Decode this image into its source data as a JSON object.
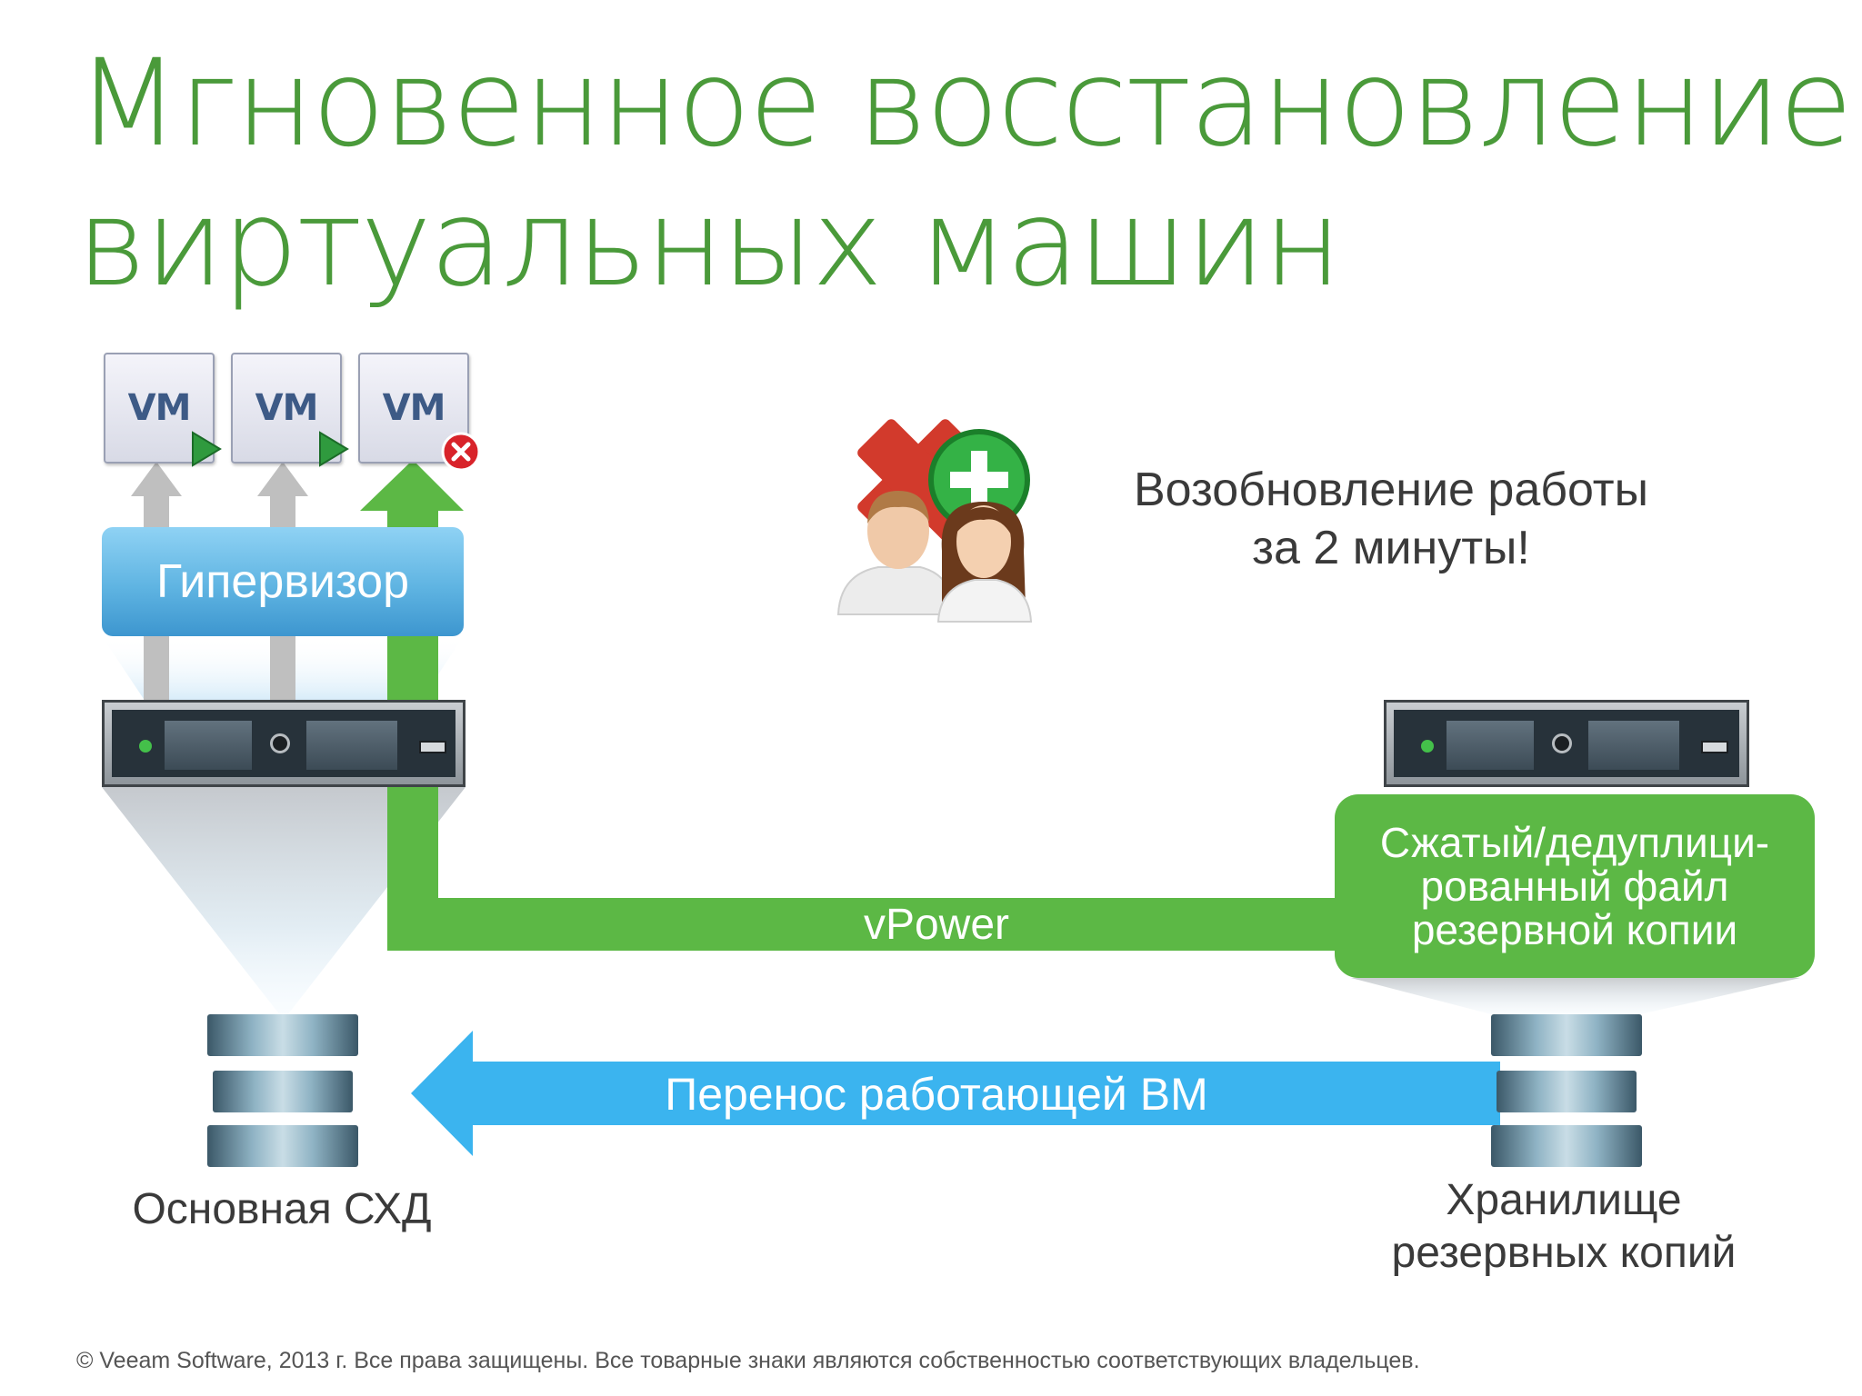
{
  "title": {
    "line1": "Мгновенное восстановление",
    "line2": "виртуальных машин"
  },
  "vms": [
    {
      "label": "VM",
      "status": "running"
    },
    {
      "label": "VM",
      "status": "running"
    },
    {
      "label": "VM",
      "status": "failed"
    }
  ],
  "hypervisor_label": "Гипервизор",
  "resume_text": {
    "line1": "Возобновление работы",
    "line2": "за 2 минуты!"
  },
  "vpower_label": "vPower",
  "backup_file_label": {
    "line1": "Сжатый/дедуплици-",
    "line2": "рованный файл",
    "line3": "резервной копии"
  },
  "migration_label": "Перенос работающей ВМ",
  "primary_storage_label": "Основная СХД",
  "backup_storage_label": {
    "line1": "Хранилище",
    "line2": "резервных копий"
  },
  "footer": "© Veeam Software, 2013 г. Все права защищены. Все товарные знаки являются собственностью соответствующих владельцев.",
  "colors": {
    "title_green": "#4a9a3a",
    "flow_green": "#5cb845",
    "migration_blue": "#3bb4ef",
    "hypervisor_blue": "#5fb4e2",
    "text_dark": "#3a3a3a"
  }
}
